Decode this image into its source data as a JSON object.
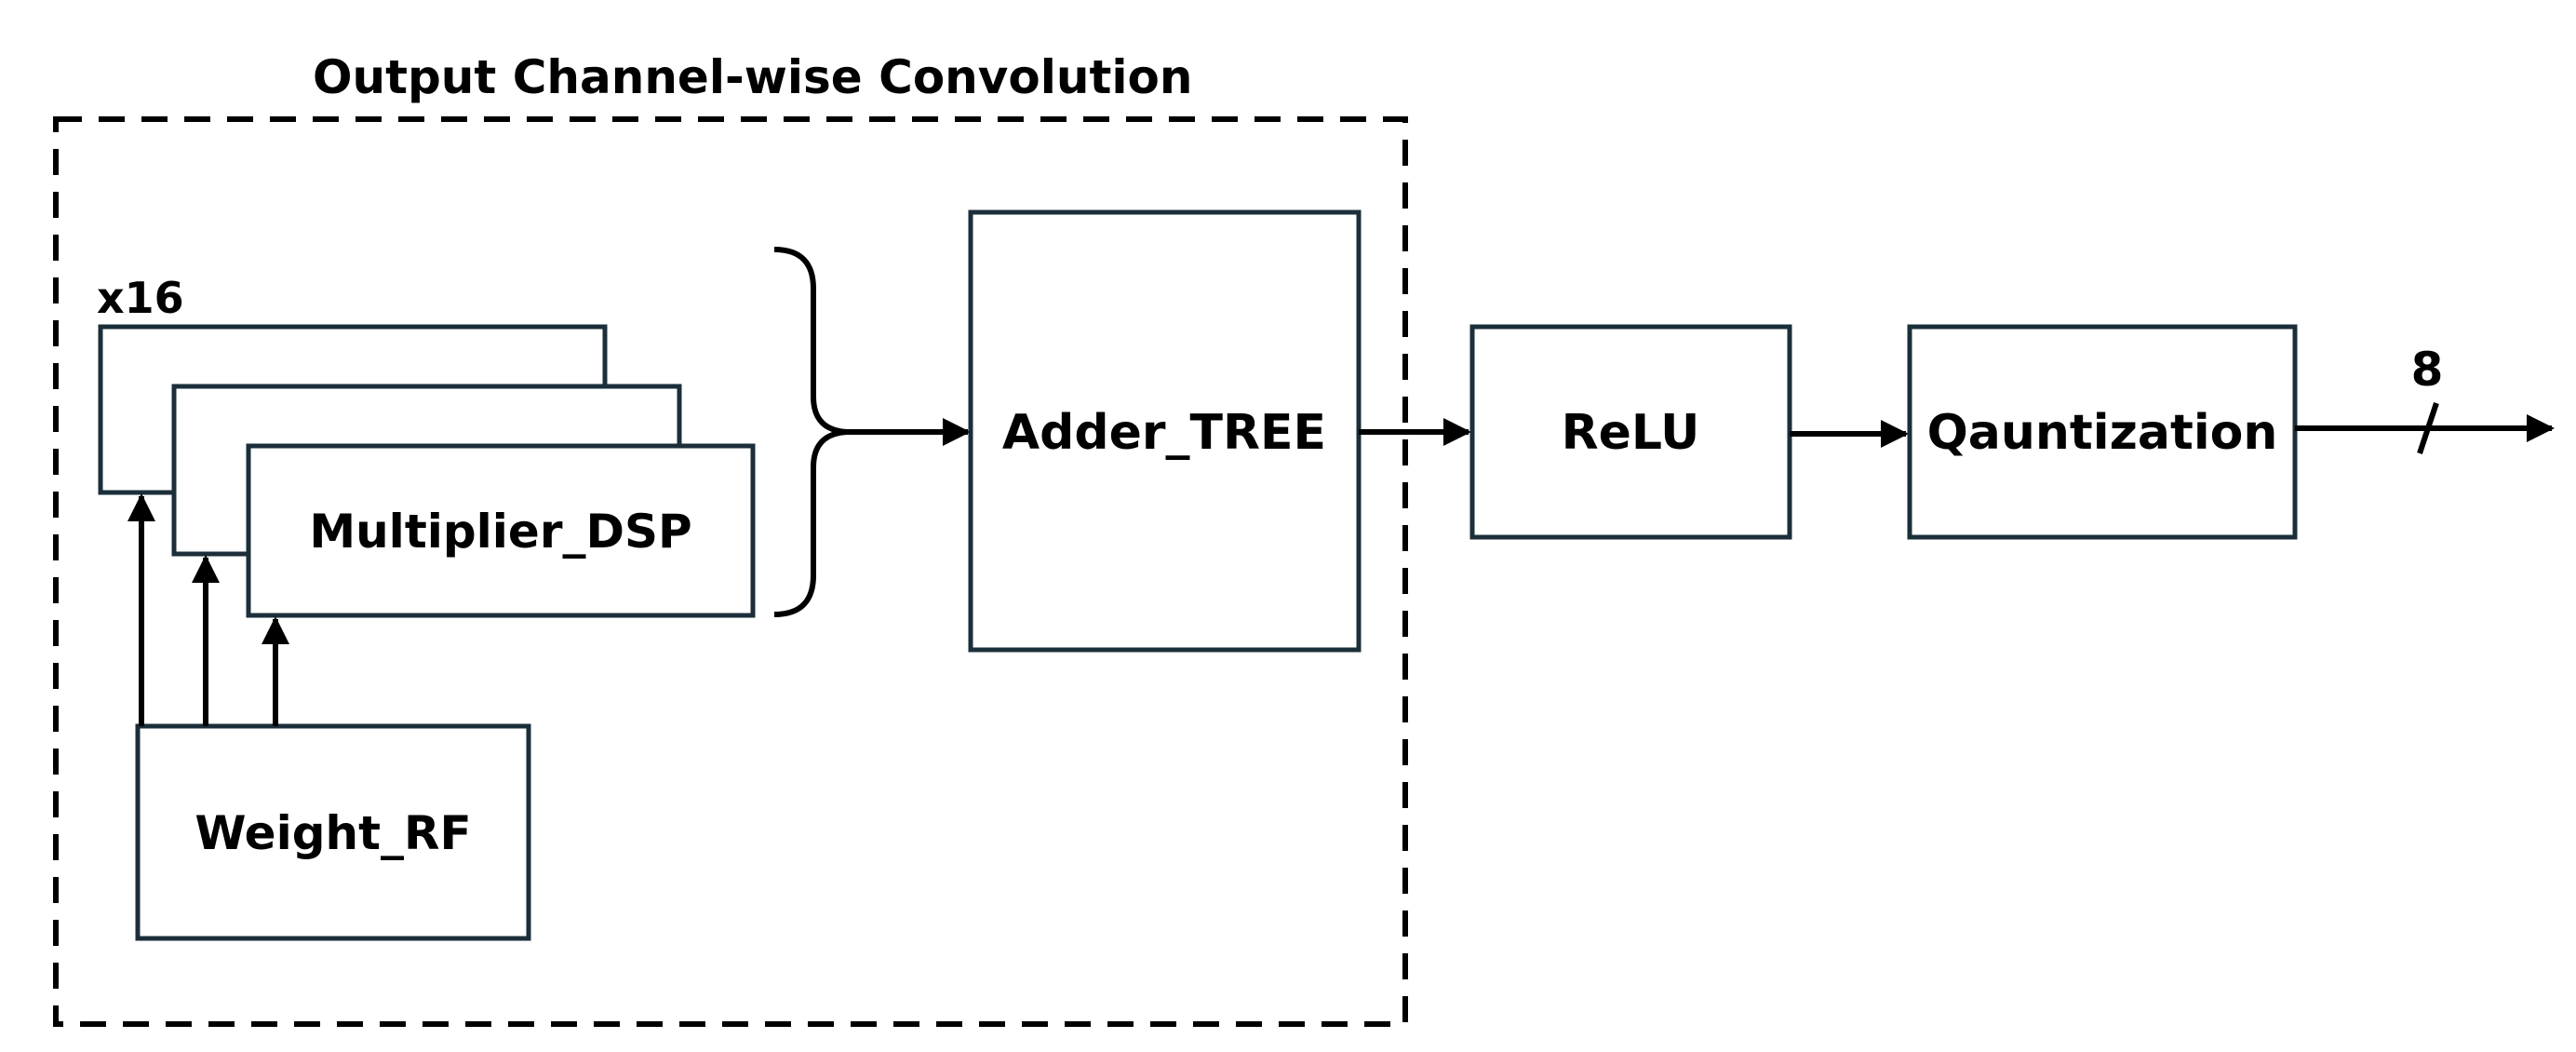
{
  "diagram": {
    "title": "Output Channel-wise Convolution",
    "multiplier_count": "x16",
    "multiplier_label": "Multiplier_DSP",
    "weight_label": "Weight_RF",
    "adder_label": "Adder_TREE",
    "relu_label": "ReLU",
    "quant_label": "Qauntization",
    "bus_width": "8"
  },
  "colors": {
    "block_stroke": "#1b2f3a",
    "line": "#000000",
    "background": "#ffffff"
  }
}
